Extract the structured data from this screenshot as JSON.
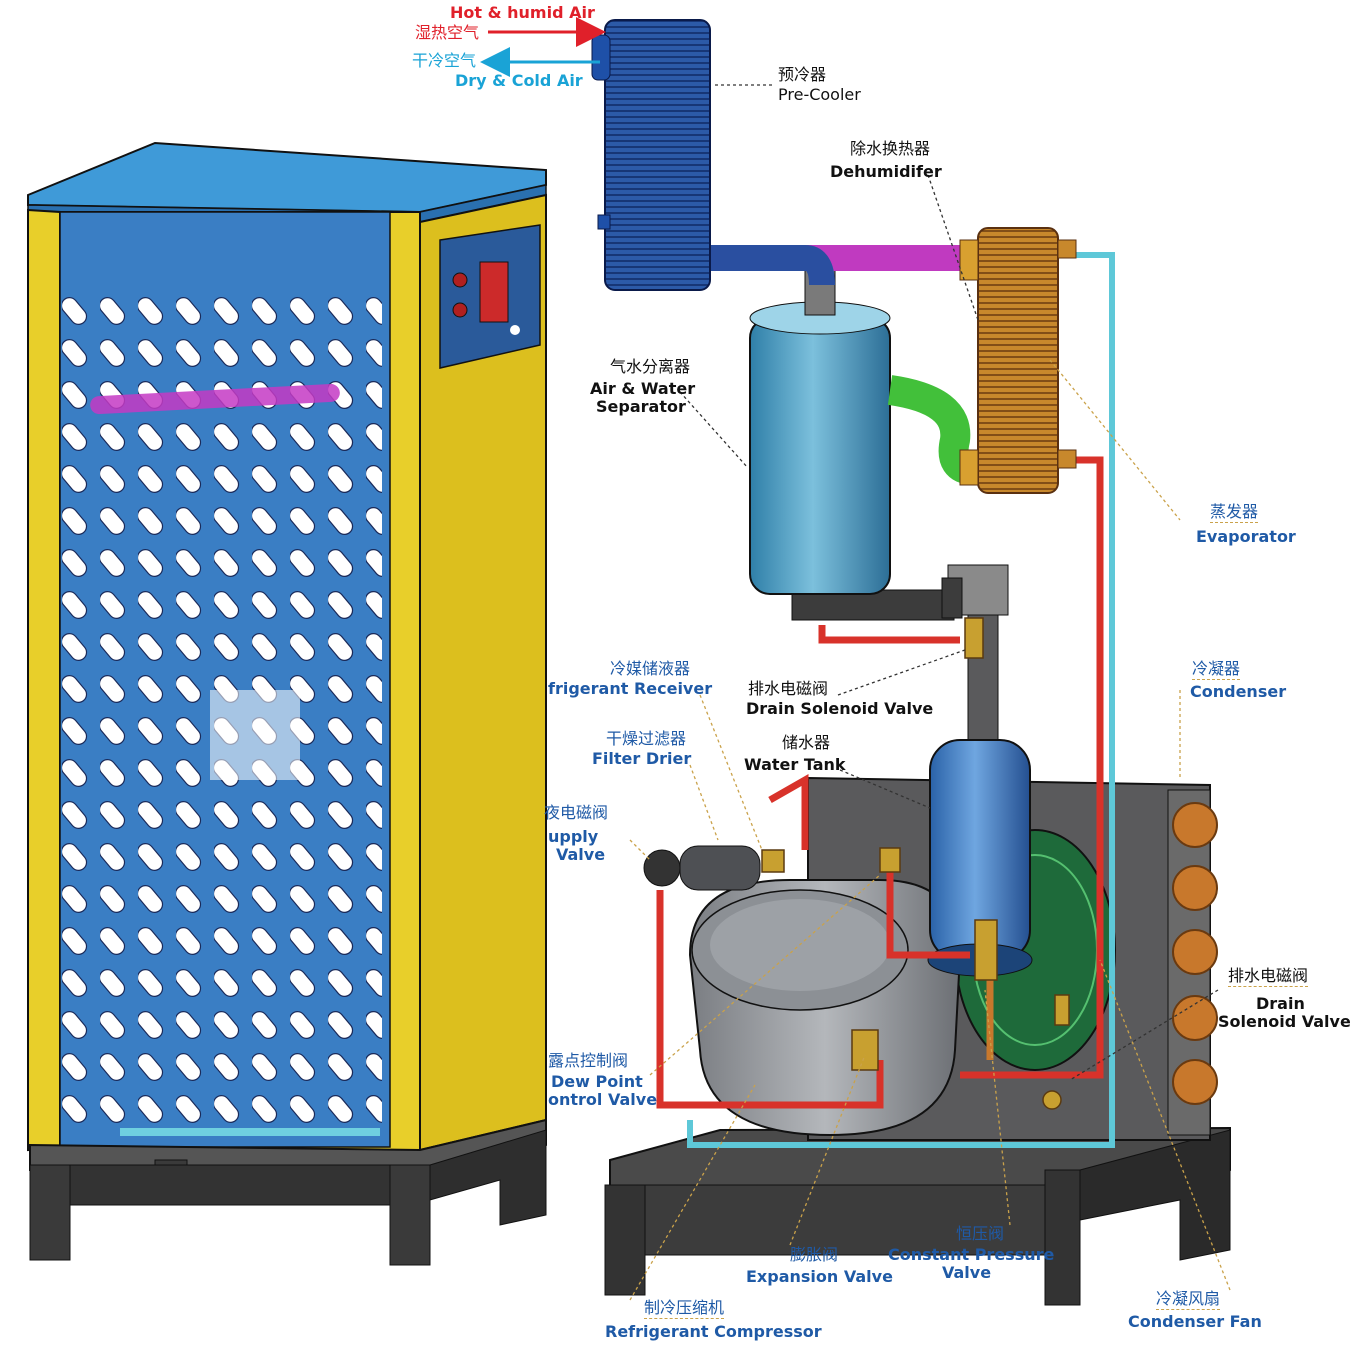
{
  "colors": {
    "label_blue": "#1f5aa6",
    "label_red": "#e0202a",
    "label_cyan": "#1aa3d6",
    "cabinet_yellow": "#e8cf2a",
    "panel_blue": "#3a7ec4",
    "copper": "#c8782c",
    "refrigerant_red": "#d8322a",
    "line_cyan": "#5ec8d8",
    "base_dark": "#3a3a3a"
  },
  "airflow": {
    "hot_en": "Hot & humid Air",
    "hot_zh": "湿热空气",
    "dry_zh": "干冷空气",
    "dry_en": "Dry & Cold Air"
  },
  "labels": {
    "precooler": {
      "zh": "预冷器",
      "en": "Pre-Cooler"
    },
    "dehumidifier": {
      "zh": "除水换热器",
      "en": "Dehumidifer"
    },
    "separator": {
      "zh": "气水分离器",
      "en1": "Air & Water",
      "en2": "Separator"
    },
    "evaporator": {
      "zh": "蒸发器",
      "en": "Evaporator"
    },
    "refrigerant_receiver": {
      "zh": "冷媒储液器",
      "en": "frigerant Receiver"
    },
    "drain_valve_top": {
      "zh": "排水电磁阀",
      "en": "Drain Solenoid Valve"
    },
    "condenser": {
      "zh": "冷凝器",
      "en": "Condenser"
    },
    "filter_drier": {
      "zh": "干燥过滤器",
      "en": "Filter Drier"
    },
    "water_tank": {
      "zh": "储水器",
      "en": "Water Tank"
    },
    "supply_valve": {
      "zh": "夜电磁阀",
      "en1": "upply",
      "en2": "Valve"
    },
    "drain_valve_right": {
      "zh": "排水电磁阀",
      "en1": "Drain",
      "en2": "Solenoid Valve"
    },
    "dew_point": {
      "zh": "露点控制阀",
      "en1": "Dew Point",
      "en2": "ontrol Valve"
    },
    "constant_pressure": {
      "zh": "恒压阀",
      "en1": "Constant Pressure",
      "en2": "Valve"
    },
    "expansion": {
      "zh": "膨胀阀",
      "en": "Expansion Valve"
    },
    "condenser_fan": {
      "zh": "冷凝风扇",
      "en": "Condenser Fan"
    },
    "compressor": {
      "zh": "制冷压缩机",
      "en": "Refrigerant Compressor"
    }
  }
}
